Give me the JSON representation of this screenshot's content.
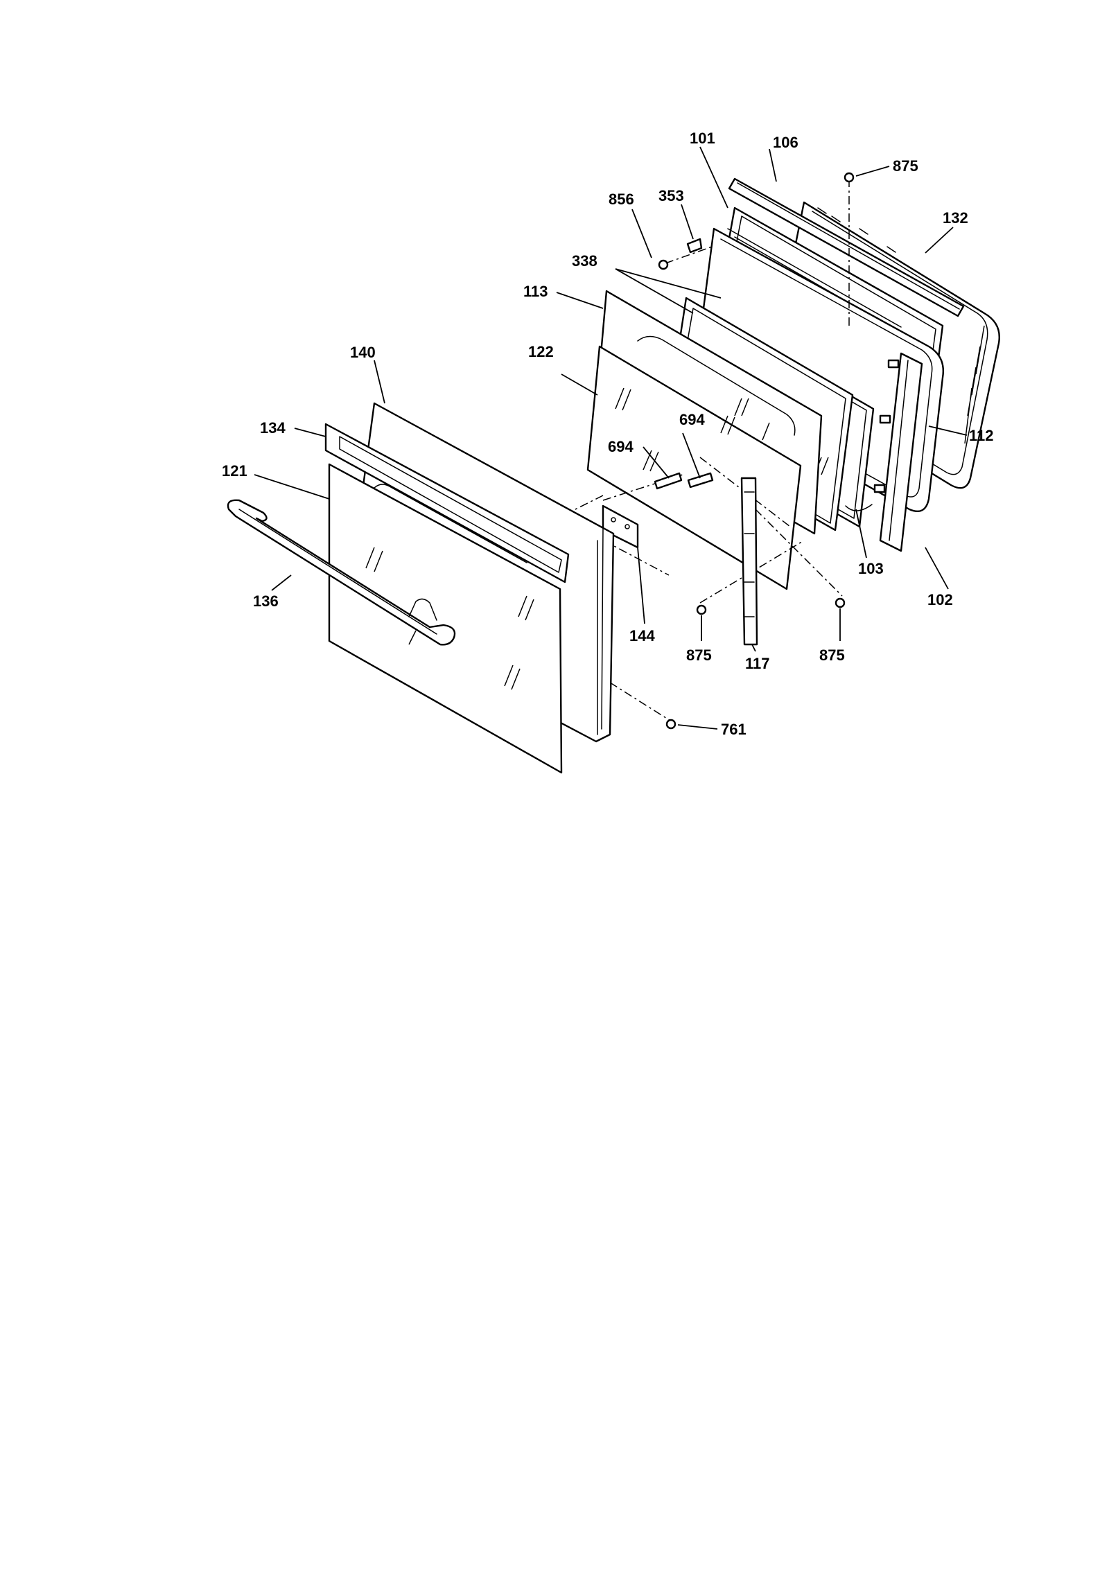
{
  "diagram": {
    "labels": {
      "p101": "101",
      "p106": "106",
      "p875_top": "875",
      "p856": "856",
      "p353": "353",
      "p132": "132",
      "p338": "338",
      "p113": "113",
      "p140": "140",
      "p122": "122",
      "p694_a": "694",
      "p694_b": "694",
      "p134": "134",
      "p112": "112",
      "p121": "121",
      "p103": "103",
      "p136": "136",
      "p102": "102",
      "p144": "144",
      "p875_left": "875",
      "p117": "117",
      "p875_right": "875",
      "p761": "761"
    }
  }
}
